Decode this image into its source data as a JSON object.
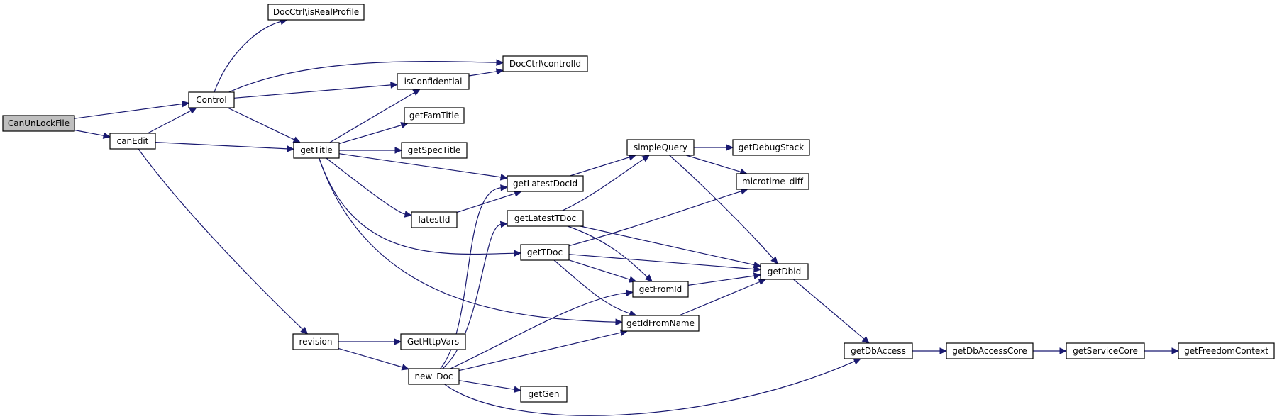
{
  "nodes": [
    {
      "id": "CanUnLockFile",
      "label": "CanUnLockFile",
      "root": true
    },
    {
      "id": "canEdit",
      "label": "canEdit"
    },
    {
      "id": "Control",
      "label": "Control"
    },
    {
      "id": "isRealProfile",
      "label": "DocCtrl\\isRealProfile"
    },
    {
      "id": "controlId",
      "label": "DocCtrl\\controlId"
    },
    {
      "id": "isConfidential",
      "label": "isConfidential"
    },
    {
      "id": "getTitle",
      "label": "getTitle"
    },
    {
      "id": "getFamTitle",
      "label": "getFamTitle"
    },
    {
      "id": "getSpecTitle",
      "label": "getSpecTitle"
    },
    {
      "id": "getLatestDocId",
      "label": "getLatestDocId"
    },
    {
      "id": "latestId",
      "label": "latestId"
    },
    {
      "id": "getLatestTDoc",
      "label": "getLatestTDoc"
    },
    {
      "id": "getTDoc",
      "label": "getTDoc"
    },
    {
      "id": "simpleQuery",
      "label": "simpleQuery"
    },
    {
      "id": "getDebugStack",
      "label": "getDebugStack"
    },
    {
      "id": "microtime_diff",
      "label": "microtime_diff"
    },
    {
      "id": "getDbid",
      "label": "getDbid"
    },
    {
      "id": "getFromId",
      "label": "getFromId"
    },
    {
      "id": "getIdFromName",
      "label": "getIdFromName"
    },
    {
      "id": "revision",
      "label": "revision"
    },
    {
      "id": "GetHttpVars",
      "label": "GetHttpVars"
    },
    {
      "id": "new_Doc",
      "label": "new_Doc"
    },
    {
      "id": "getGen",
      "label": "getGen"
    },
    {
      "id": "getDbAccess",
      "label": "getDbAccess"
    },
    {
      "id": "getDbAccessCore",
      "label": "getDbAccessCore"
    },
    {
      "id": "getServiceCore",
      "label": "getServiceCore"
    },
    {
      "id": "getFreedomContext",
      "label": "getFreedomContext"
    }
  ],
  "edges": [
    [
      "CanUnLockFile",
      "Control"
    ],
    [
      "CanUnLockFile",
      "canEdit"
    ],
    [
      "canEdit",
      "Control"
    ],
    [
      "canEdit",
      "getTitle"
    ],
    [
      "canEdit",
      "revision"
    ],
    [
      "Control",
      "isRealProfile"
    ],
    [
      "Control",
      "controlId"
    ],
    [
      "Control",
      "isConfidential"
    ],
    [
      "Control",
      "getTitle"
    ],
    [
      "isConfidential",
      "controlId"
    ],
    [
      "getTitle",
      "isConfidential"
    ],
    [
      "getTitle",
      "getFamTitle"
    ],
    [
      "getTitle",
      "getSpecTitle"
    ],
    [
      "getTitle",
      "getLatestDocId"
    ],
    [
      "getTitle",
      "latestId"
    ],
    [
      "getTitle",
      "getTDoc"
    ],
    [
      "getTitle",
      "getIdFromName"
    ],
    [
      "latestId",
      "getLatestDocId"
    ],
    [
      "getLatestDocId",
      "simpleQuery"
    ],
    [
      "getLatestTDoc",
      "simpleQuery"
    ],
    [
      "getLatestTDoc",
      "getDbid"
    ],
    [
      "getLatestTDoc",
      "getFromId"
    ],
    [
      "getTDoc",
      "microtime_diff"
    ],
    [
      "getTDoc",
      "getDbid"
    ],
    [
      "getTDoc",
      "getFromId"
    ],
    [
      "getTDoc",
      "getIdFromName"
    ],
    [
      "simpleQuery",
      "getDebugStack"
    ],
    [
      "simpleQuery",
      "microtime_diff"
    ],
    [
      "simpleQuery",
      "getDbid"
    ],
    [
      "getFromId",
      "getDbid"
    ],
    [
      "getIdFromName",
      "getDbid"
    ],
    [
      "getDbid",
      "getDbAccess"
    ],
    [
      "revision",
      "GetHttpVars"
    ],
    [
      "revision",
      "new_Doc"
    ],
    [
      "new_Doc",
      "getLatestDocId"
    ],
    [
      "new_Doc",
      "getLatestTDoc"
    ],
    [
      "new_Doc",
      "getFromId"
    ],
    [
      "new_Doc",
      "getIdFromName"
    ],
    [
      "new_Doc",
      "getGen"
    ],
    [
      "new_Doc",
      "getDbAccess"
    ],
    [
      "getDbAccess",
      "getDbAccessCore"
    ],
    [
      "getDbAccessCore",
      "getServiceCore"
    ],
    [
      "getServiceCore",
      "getFreedomContext"
    ]
  ],
  "colors": {
    "edge": "#191970",
    "root_fill": "#bfbfbf",
    "node_fill": "#ffffff",
    "node_stroke": "#000000"
  }
}
